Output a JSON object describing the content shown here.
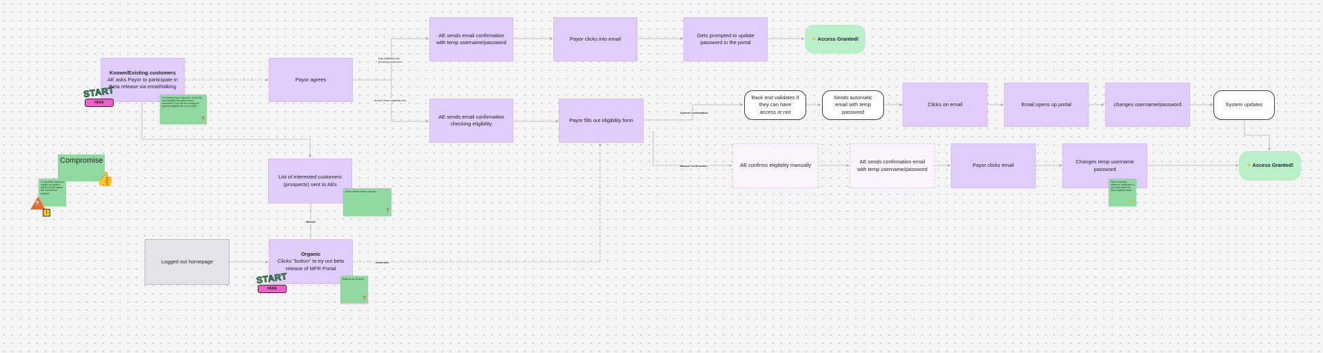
{
  "nodes": {
    "known_customers_title": "Known/Existing customers",
    "known_customers_text": "AE asks Payor to participate in Beta release via email/talking",
    "payor_agrees": "Payor agrees",
    "ae_sends_temp": "AE sends email confirmation with temp username/password",
    "payor_clicks_email_1": "Payor clicks into email",
    "prompted_update": "Gets prompted to update password in the portal",
    "access_granted_1": "Access Granted!",
    "ae_sends_checking": "AE sends email confirmation checking eligibility",
    "payor_fills_form": "Payor fills out eligibility form",
    "backend_validates": "Back end validates if they can have access or not",
    "sends_auto_email": "Sends automatic email with temp password",
    "clicks_on_email": "Clicks on email",
    "email_opens_portal": "Email opens up portal",
    "changes_username": "changes username/password",
    "system_updates": "System updates",
    "ae_confirms_manually": "AE confirms eligibility manually",
    "ae_sends_confirmation_2": "AE sends confirmation email with temp username/password",
    "payor_clicks_email_2": "Payor clicks email",
    "changes_temp": "Changes temp username password",
    "access_granted_2": "Access Granted!",
    "list_interested": "List of interested customers (prospects) sent to AEs",
    "logged_out": "Logged out homepage",
    "organic_title": "Organic",
    "organic_text": "Clicks \"button\" to try out beta release of MFR Portal"
  },
  "edge_labels": {
    "has_eligibility": "Has eligibility info\n(existing customers",
    "no_eligibility": "doesn't have eligibility info",
    "system_confirmation": "System Confirmation",
    "manual_confirmation": "Manual Confirmation",
    "manual": "Manual",
    "automatic": "Automatic"
  },
  "stickies": {
    "existing_payor": "For existing Payor customers, do the AEs have eligibility information stored somewhere? Can that be leveraged to populate eligibility info on the portal.",
    "where_data": "Where will this data be housed?",
    "what_here": "What are we do here?",
    "compromise_note": "Compromise reached in regards to a system that the AE/AM adjusts first if we add the customer",
    "after_complete": "After completion: redirect to dashboard to get further detail info about eligibility status"
  },
  "decor": {
    "start_word": "START",
    "start_ribbon": "HERE",
    "compromise_title": "Compromise",
    "question_icon": "?",
    "warning_icon": "!"
  },
  "colors": {
    "purple_node": "#e0cdfb",
    "sticky_green": "#90d9a0",
    "access_green": "#b9efc9",
    "grey_node": "#e5e5e7"
  }
}
